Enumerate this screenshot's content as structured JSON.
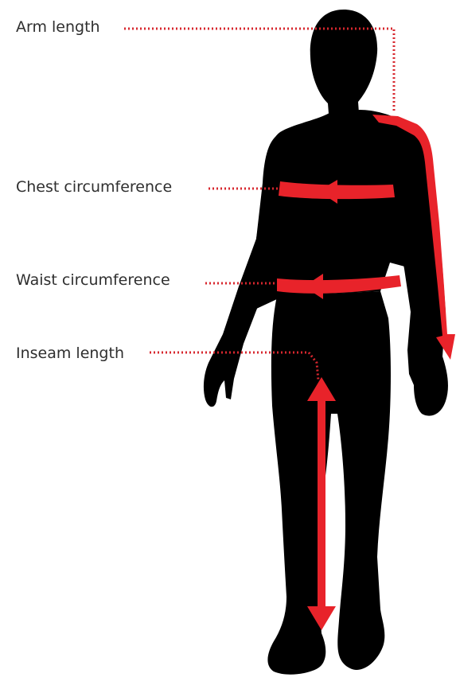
{
  "labels": {
    "arm": "Arm length",
    "chest": "Chest circumference",
    "waist": "Waist circumference",
    "inseam": "Inseam length"
  },
  "colors": {
    "silhouette": "#000000",
    "measure": "#e8232a",
    "text": "#2f2f2f",
    "background": "#ffffff"
  }
}
